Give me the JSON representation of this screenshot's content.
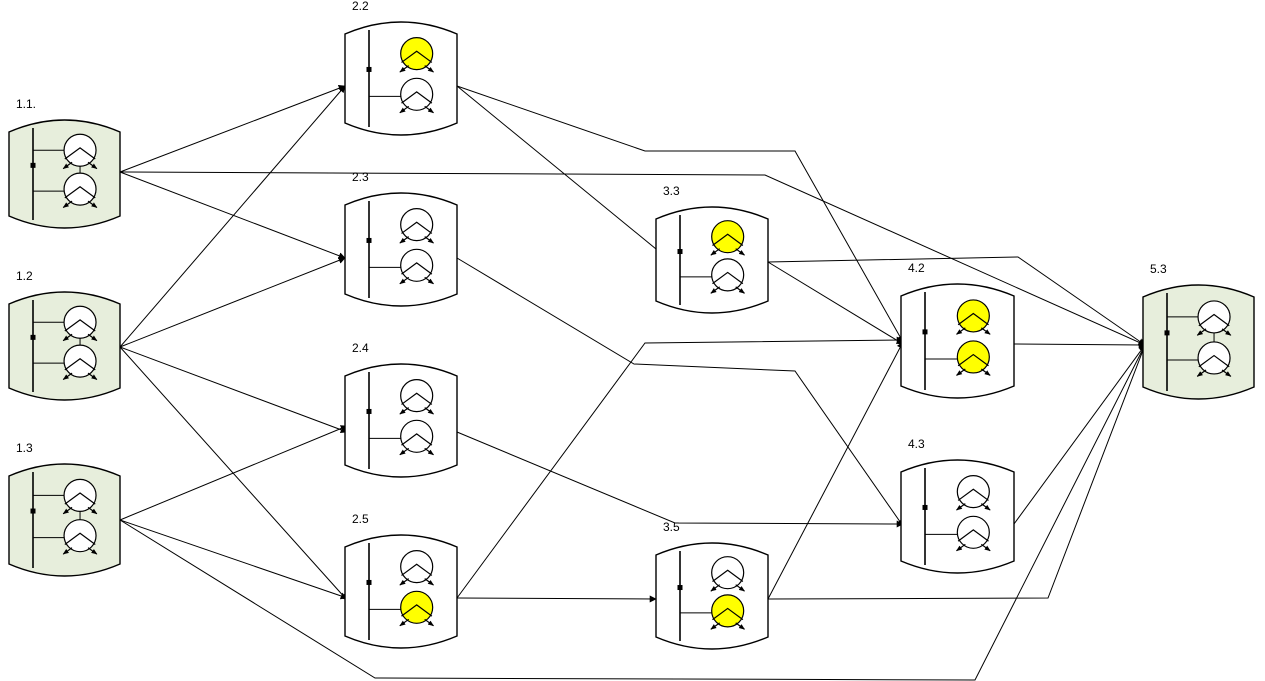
{
  "colors": {
    "start_fill": "#e7eedc",
    "end_fill": "#e7eedc",
    "node_fill": "#ffffff",
    "highlight": "#ffff00",
    "stroke": "#000000"
  },
  "nodes": [
    {
      "id": "n11",
      "label": "1.1.",
      "fill": "green",
      "top": "plain",
      "bottom": "plain"
    },
    {
      "id": "n12",
      "label": "1.2",
      "fill": "green",
      "top": "plain",
      "bottom": "plain"
    },
    {
      "id": "n13",
      "label": "1.3",
      "fill": "green",
      "top": "plain",
      "bottom": "plain"
    },
    {
      "id": "n22",
      "label": "2.2",
      "fill": "white",
      "top": "yellow",
      "bottom": "plain"
    },
    {
      "id": "n23",
      "label": "2.3",
      "fill": "white",
      "top": "plain",
      "bottom": "plain"
    },
    {
      "id": "n24",
      "label": "2.4",
      "fill": "white",
      "top": "plain",
      "bottom": "plain"
    },
    {
      "id": "n25",
      "label": "2.5",
      "fill": "white",
      "top": "plain",
      "bottom": "yellow"
    },
    {
      "id": "n33",
      "label": "3.3",
      "fill": "white",
      "top": "yellow",
      "bottom": "plain"
    },
    {
      "id": "n35",
      "label": "3.5",
      "fill": "white",
      "top": "plain",
      "bottom": "yellow"
    },
    {
      "id": "n42",
      "label": "4.2",
      "fill": "white",
      "top": "yellow",
      "bottom": "yellow"
    },
    {
      "id": "n43",
      "label": "4.3",
      "fill": "white",
      "top": "plain",
      "bottom": "plain"
    },
    {
      "id": "n53",
      "label": "5.3",
      "fill": "green",
      "top": "plain",
      "bottom": "plain"
    }
  ],
  "edges": [
    {
      "from": "n11",
      "to": "n22"
    },
    {
      "from": "n11",
      "to": "n23"
    },
    {
      "from": "n11",
      "to": "n53"
    },
    {
      "from": "n12",
      "to": "n22"
    },
    {
      "from": "n12",
      "to": "n23"
    },
    {
      "from": "n12",
      "to": "n24"
    },
    {
      "from": "n12",
      "to": "n25"
    },
    {
      "from": "n13",
      "to": "n24"
    },
    {
      "from": "n13",
      "to": "n25"
    },
    {
      "from": "n13",
      "to": "n53"
    },
    {
      "from": "n22",
      "to": "n33"
    },
    {
      "from": "n22",
      "to": "n42"
    },
    {
      "from": "n23",
      "to": "n43"
    },
    {
      "from": "n24",
      "to": "n43"
    },
    {
      "from": "n25",
      "to": "n42"
    },
    {
      "from": "n25",
      "to": "n35"
    },
    {
      "from": "n33",
      "to": "n42"
    },
    {
      "from": "n33",
      "to": "n53"
    },
    {
      "from": "n35",
      "to": "n42"
    },
    {
      "from": "n35",
      "to": "n53"
    },
    {
      "from": "n42",
      "to": "n53"
    },
    {
      "from": "n43",
      "to": "n53"
    }
  ]
}
